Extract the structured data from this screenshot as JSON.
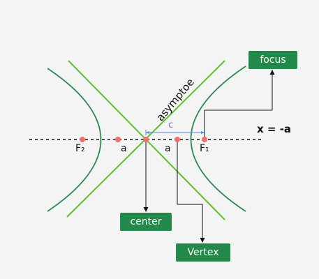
{
  "callouts": {
    "focus": "focus",
    "center": "center",
    "vertex": "Vertex"
  },
  "labels": {
    "f2": "F₂",
    "f1": "F₁",
    "a_left": "a",
    "a_right": "a",
    "c": "c",
    "directrix": "x = -a",
    "asymptote": "asymptoe"
  },
  "colors": {
    "curve": "#2a8a4e",
    "asymptote": "#5cc12e",
    "points": "#ef6f6f",
    "callout_bg": "#22894a",
    "c_marker": "#5b86c4",
    "background": "#f4f4f4"
  }
}
